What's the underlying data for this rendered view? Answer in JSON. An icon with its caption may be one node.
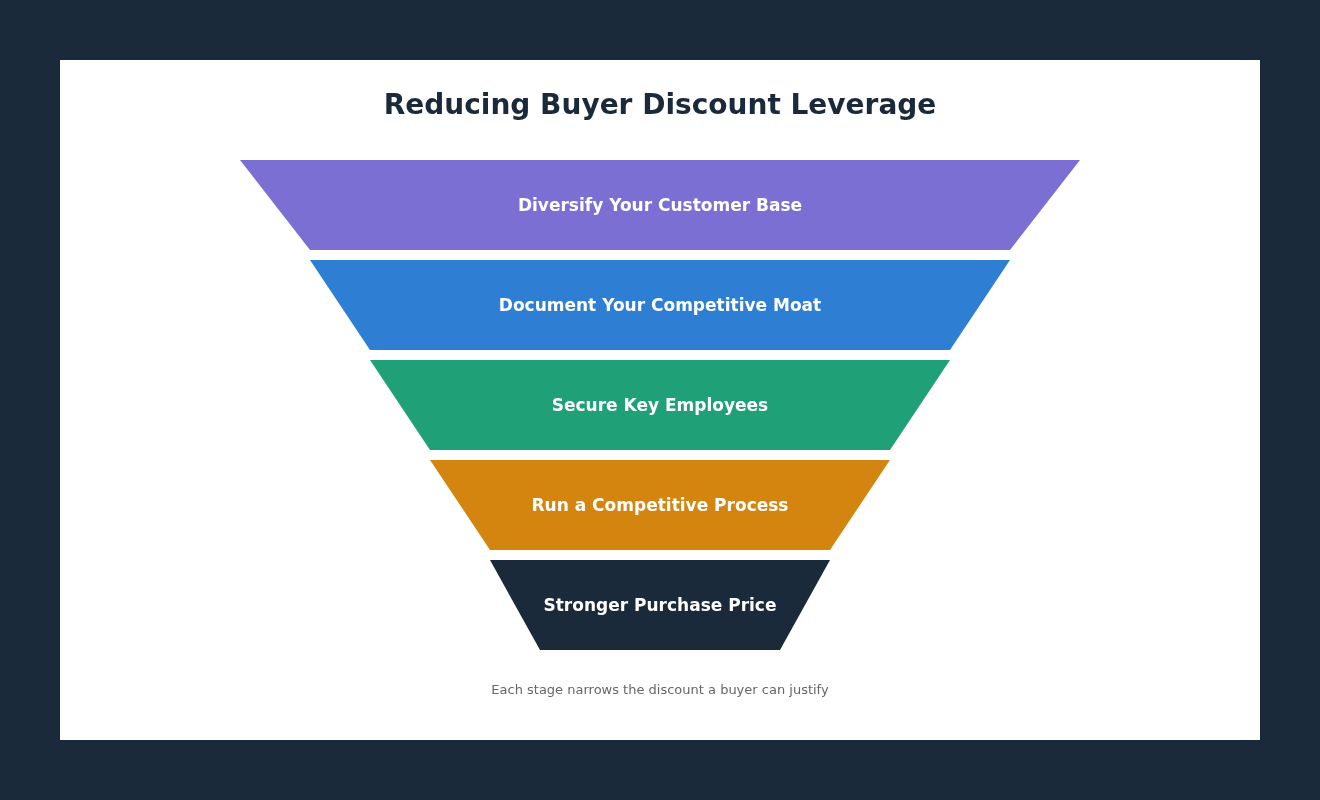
{
  "diagram": {
    "title": "Reducing Buyer Discount Leverage",
    "nodes": [
      {
        "text": [
          "Diversify Your Customer Base"
        ]
      },
      {
        "text": [
          "Document Your Competitive Moat"
        ]
      },
      {
        "text": [
          "Secure Key Employees"
        ]
      },
      {
        "text": [
          "Run a Competitive Process"
        ]
      },
      {
        "text": [
          "Stronger Purchase Price"
        ]
      }
    ],
    "caption": "Each stage narrows the discount a buyer can justify"
  }
}
